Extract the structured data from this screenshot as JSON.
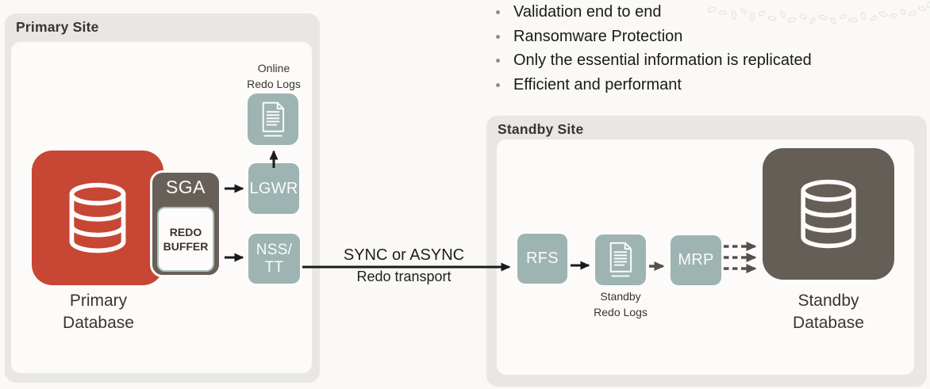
{
  "bullets": [
    "Validation end to end",
    "Ransomware Protection",
    "Only the essential information is replicated",
    "Efficient and performant"
  ],
  "primary_site": {
    "title": "Primary Site",
    "database_label": "Primary\nDatabase",
    "sga_label": "SGA",
    "redo_buffer_label": "REDO\nBUFFER",
    "online_redo_logs_label": "Online\nRedo Logs",
    "lgwr_label": "LGWR",
    "nss_tt_label": "NSS/\nTT"
  },
  "transport": {
    "line1": "SYNC or ASYNC",
    "line2": "Redo transport"
  },
  "standby_site": {
    "title": "Standby Site",
    "rfs_label": "RFS",
    "standby_redo_logs_label": "Standby\nRedo Logs",
    "mrp_label": "MRP",
    "database_label": "Standby\nDatabase"
  },
  "colors": {
    "primary_red": "#C74634",
    "process_teal": "#9DB4B2",
    "dark_taupe": "#655E56",
    "panel_gray": "#E9E7E4",
    "background": "#FAF9F6",
    "solid_arrow": "#1A1A1A",
    "dashed_arrow": "#57504B"
  }
}
